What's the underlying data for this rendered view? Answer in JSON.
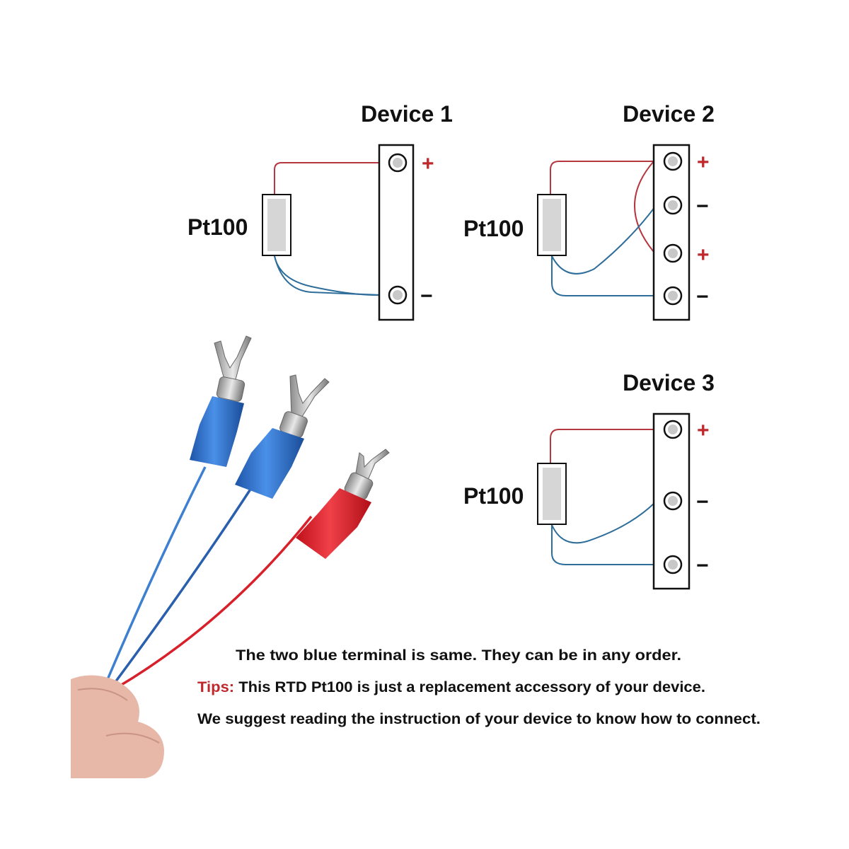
{
  "devices": [
    {
      "title": "Device 1",
      "sensor_label": "Pt100",
      "terminals": [
        "+",
        "−"
      ]
    },
    {
      "title": "Device 2",
      "sensor_label": "Pt100",
      "terminals": [
        "+",
        "−",
        "+",
        "−"
      ]
    },
    {
      "title": "Device 3",
      "sensor_label": "Pt100",
      "terminals": [
        "+",
        "−",
        "−"
      ]
    }
  ],
  "notes": {
    "line1": "The two blue terminal is same. They can be in any order.",
    "tips_label": "Tips:",
    "line2": " This RTD Pt100 is just a replacement accessory of your device.",
    "line3": "We suggest reading the instruction of your device to know how to connect."
  },
  "colors": {
    "red_wire": "#b5373f",
    "blue_wire": "#2f6e9a",
    "tips": "#c0282d",
    "blue_terminal": "#2a6fd0",
    "red_terminal": "#e0202a"
  }
}
